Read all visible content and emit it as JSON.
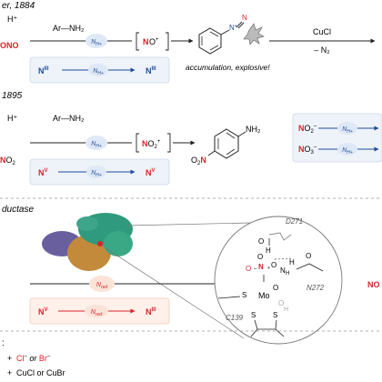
{
  "section1": {
    "title": "er, 1884",
    "hplus": "H⁺",
    "reagent": "Ar—NH₂",
    "nh_badge": "N_H+",
    "nitrosonium": "NO⁺",
    "left_edge": "ONO",
    "caption": "accumulation, explosive!",
    "cucl": "CuCl",
    "minus_n2": "– N₂",
    "box": {
      "from": "Nᴵᴵᴵ",
      "to": "Nᴵᴵᴵ"
    }
  },
  "section2": {
    "title": "1895",
    "hplus": "H⁺",
    "reagent": "Ar—NH₂",
    "nitronium": "NO₂⁺",
    "left_edge": "NO₂",
    "product_nh2": "NH₂",
    "product_no2": "O₂N",
    "box": {
      "from": "Nᵛ",
      "to": "Nᵛ"
    },
    "right_box": {
      "row1": "NO₂⁻",
      "row2": "NO₃⁻"
    }
  },
  "section3": {
    "title": "ductase",
    "d271": "D271",
    "n272": "N272",
    "c139": "C139",
    "mo": "Mo",
    "nred": "N_red",
    "right_edge": "NO",
    "box": {
      "from": "Nᵛ",
      "to": "Nᴵᴵᴵ"
    }
  },
  "footer": {
    "colon": ":",
    "line1": "Cl⁻ or Br⁻",
    "line2": "CuCl or CuBr"
  },
  "colors": {
    "red": "#d8232a",
    "blue": "#1f4e9a",
    "badge_blue": "#dfe8f6",
    "badge_red": "#fbe3d8",
    "box_bg": "#eef3fa",
    "box_red_bg": "#fff1ea"
  }
}
